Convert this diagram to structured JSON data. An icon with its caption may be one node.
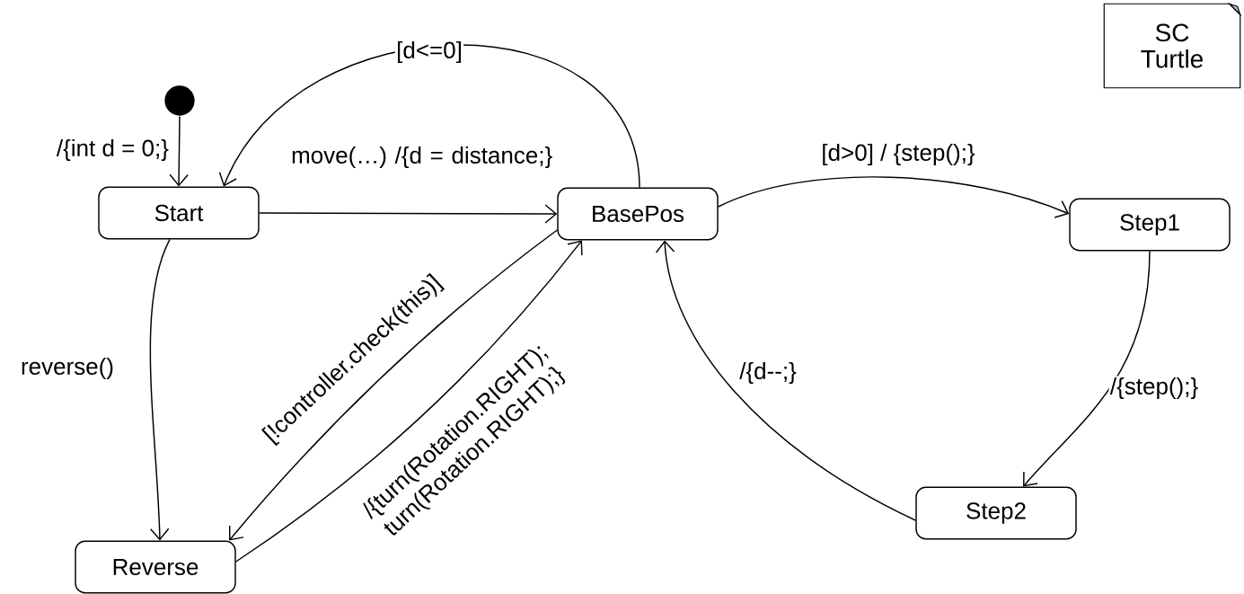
{
  "diagram": {
    "nodes": [
      {
        "text": [],
        "shape": "circle"
      },
      {
        "text": [
          "Start"
        ]
      },
      {
        "text": [
          "BasePos"
        ]
      },
      {
        "text": [
          "Step1"
        ]
      },
      {
        "text": [
          "Reverse"
        ]
      },
      {
        "text": [
          "Step2"
        ]
      },
      {
        "text": [
          "SC Turtle"
        ]
      }
    ],
    "edges": [
      {
        "from": 0,
        "to": 1,
        "arrow": "to",
        "label": "/{int d = 0;}"
      },
      {
        "from": 1,
        "to": 2,
        "arrow": "to",
        "label": "move(…) /{d = distance;}"
      },
      {
        "from": 2,
        "to": 1,
        "arrow": "to",
        "label": "[d<=0]"
      },
      {
        "from": 2,
        "to": 3,
        "arrow": "to",
        "label": "[d>0] / {step();}"
      },
      {
        "from": 3,
        "to": 5,
        "arrow": "to",
        "label": "/{step();}"
      },
      {
        "from": 5,
        "to": 2,
        "arrow": "to",
        "label": "/{d--;}"
      },
      {
        "from": 1,
        "to": 4,
        "arrow": "to",
        "label": "reverse()"
      },
      {
        "from": 2,
        "to": 4,
        "arrow": "to",
        "label": "[!controller.check(this)]"
      },
      {
        "from": 4,
        "to": 2,
        "arrow": "to",
        "label": "/{turn(Rotation.RIGHT); turn(Rotation.RIGHT);}"
      }
    ]
  }
}
